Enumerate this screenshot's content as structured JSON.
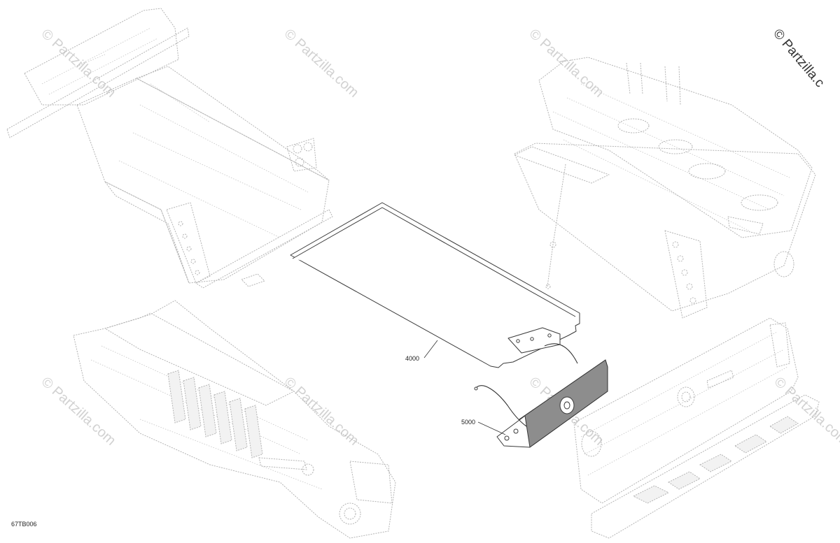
{
  "watermark": {
    "text": "© Partzilla.com",
    "corner_text": "© Partzilla.c"
  },
  "callouts": {
    "mat": "4000",
    "tailgate_panel": "5000"
  },
  "diagram_code": "67TB006",
  "colors": {
    "ghost_line": "#b4b4b4",
    "part_line": "#3a3a3a",
    "part_dark_fill": "#8d8d8d",
    "watermark": "#d2d2d2"
  }
}
